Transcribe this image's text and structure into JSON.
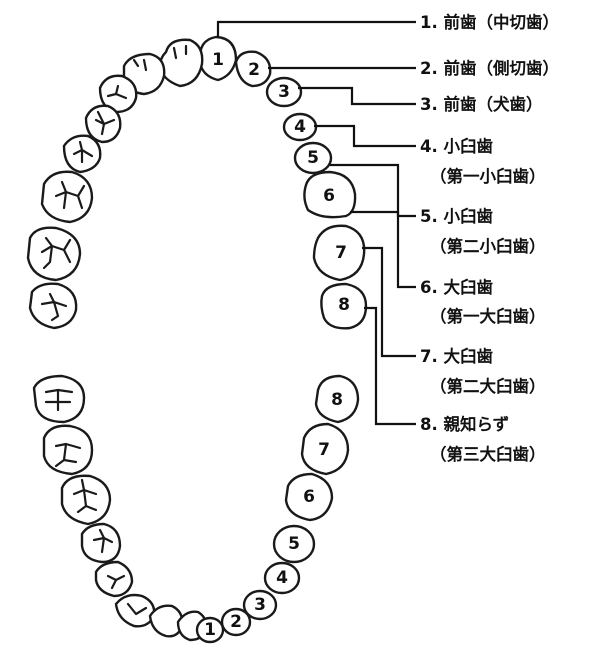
{
  "tooth_labels": [
    {
      "line1": "1. 前歯（中切歯）",
      "line2": ""
    },
    {
      "line1": "2. 前歯（側切歯）",
      "line2": ""
    },
    {
      "line1": "3. 前歯（犬歯）",
      "line2": ""
    },
    {
      "line1": "4. 小臼歯",
      "line2": "（第一小臼歯）"
    },
    {
      "line1": "5. 小臼歯",
      "line2": "（第二小臼歯）"
    },
    {
      "line1": "6. 大臼歯",
      "line2": "（第一大臼歯）"
    },
    {
      "line1": "7. 大臼歯",
      "line2": "（第二大臼歯）"
    },
    {
      "line1": "8. 親知らず",
      "line2": "（第三大臼歯）"
    }
  ],
  "upper_numbers": [
    "1",
    "2",
    "3",
    "4",
    "5",
    "6",
    "7",
    "8"
  ],
  "lower_numbers": [
    "8",
    "7",
    "6",
    "5",
    "4",
    "3",
    "2",
    "1"
  ]
}
